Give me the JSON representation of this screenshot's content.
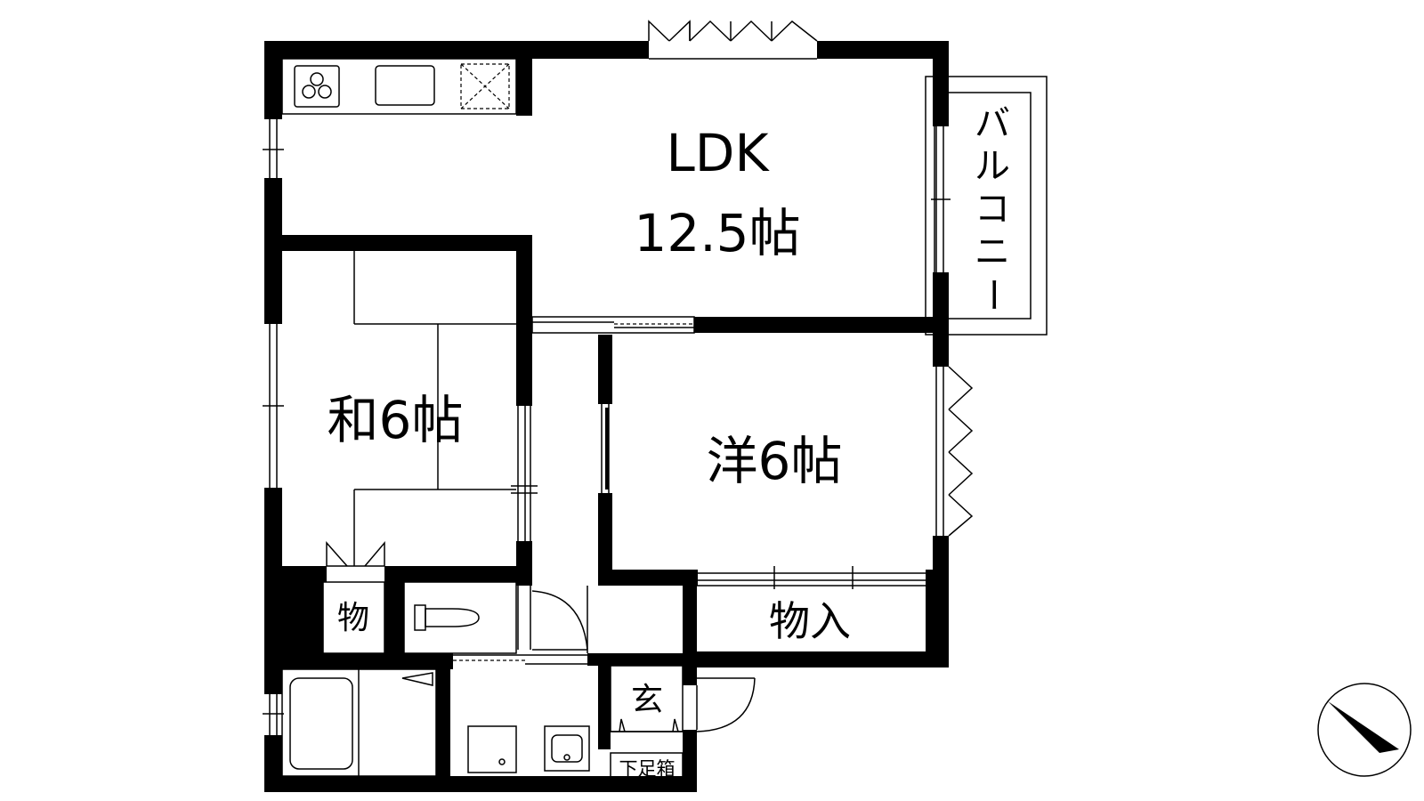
{
  "rooms": {
    "ldk_name": "LDK",
    "ldk_size": "12.5帖",
    "washitsu": "和6帖",
    "youshitsu": "洋6帖",
    "storage_small": "物",
    "storage_closet": "物入",
    "entrance": "玄",
    "shoe_box": "下足箱"
  },
  "balcony_chars": [
    "バ",
    "ル",
    "コ",
    "ニ",
    "ー"
  ]
}
